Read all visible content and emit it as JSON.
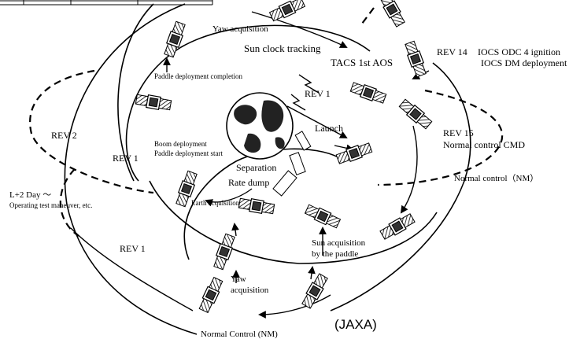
{
  "labels": {
    "yaw_acquisition_top": "Yaw acquisition",
    "sun_clock_tracking": "Sun clock tracking",
    "paddle_deployment_completion": "Paddle deployment completion",
    "tacs_1st_aos": "TACS 1st AOS",
    "rev14": "REV 14",
    "iocs_odc": "IOCS ODC 4 ignition",
    "iocs_dm": "IOCS DM deployment",
    "rev1_inner": "REV 1",
    "launch": "Launch",
    "rev15": "REV 15",
    "normal_control_cmd": "Normal control CMD",
    "rev2": "REV 2",
    "rev1_left": "REV 1",
    "boom_deployment": "Boom deployment",
    "paddle_deployment_start": "Paddle deployment start",
    "separation": "Separation",
    "normal_control_nm_right": "Normal control（NM）",
    "rate_dump": "Rate dump",
    "l2day": "L+2 Day ～",
    "operating_test": "Operating test maneuver, etc.",
    "earth_acquisition": "Earth acquisition",
    "sun_acquisition": "Sun   acquisition",
    "by_the_paddle": "by the paddle",
    "rev1_bottom": "REV 1",
    "yaw_acquisition_bottom_1": "Yaw",
    "yaw_acquisition_bottom_2": "acquisition",
    "normal_control_nm_bottom": "Normal Control (NM)",
    "credit": "(JAXA)"
  },
  "icons": [
    "earth-globe-icon",
    "satellite-icon",
    "rocket-icon"
  ]
}
